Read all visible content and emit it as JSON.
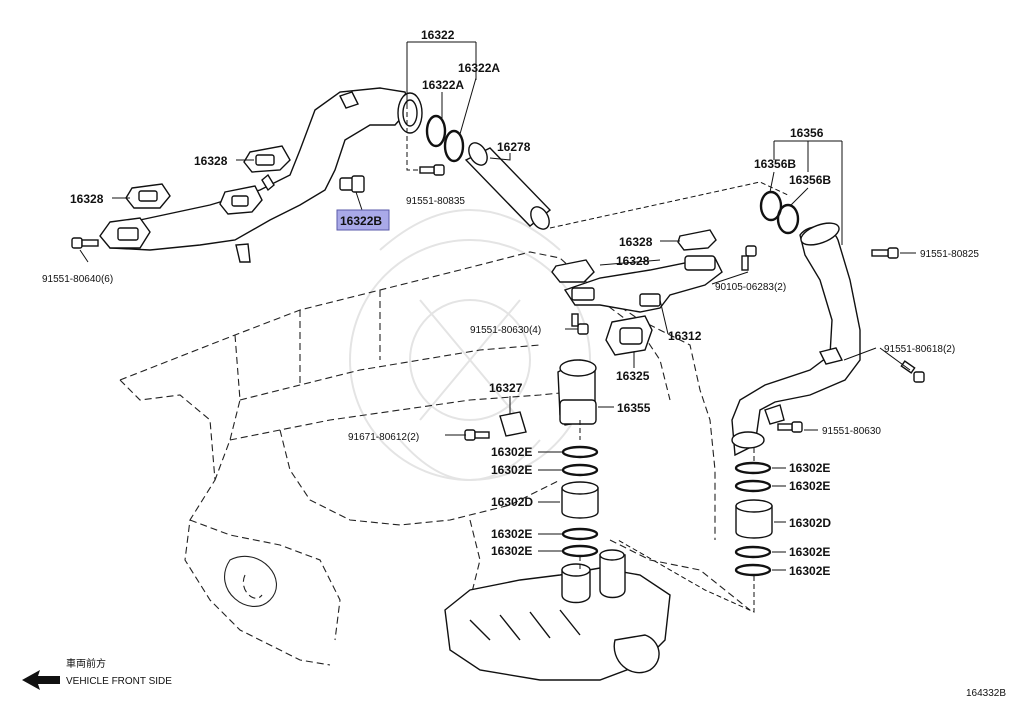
{
  "diagram_code": "164332B",
  "direction": {
    "japanese": "車両前方",
    "english": "VEHICLE FRONT SIDE"
  },
  "callouts": [
    {
      "id": "c16322",
      "text": "16322"
    },
    {
      "id": "c16322A_1",
      "text": "16322A"
    },
    {
      "id": "c16322A_2",
      "text": "16322A"
    },
    {
      "id": "c16278",
      "text": "16278"
    },
    {
      "id": "c16328_a",
      "text": "16328"
    },
    {
      "id": "c16328_b",
      "text": "16328"
    },
    {
      "id": "c16328_c",
      "text": "16328"
    },
    {
      "id": "c16328_d",
      "text": "16328"
    },
    {
      "id": "c16322B",
      "text": "16322B",
      "highlighted": true
    },
    {
      "id": "c91551_80835",
      "text": "91551-80835"
    },
    {
      "id": "c91551_80640",
      "text": "91551-80640(6)"
    },
    {
      "id": "c16356",
      "text": "16356"
    },
    {
      "id": "c16356B_1",
      "text": "16356B"
    },
    {
      "id": "c16356B_2",
      "text": "16356B"
    },
    {
      "id": "c91551_80825",
      "text": "91551-80825"
    },
    {
      "id": "c90105_06283",
      "text": "90105-06283(2)"
    },
    {
      "id": "c91551_80630_4",
      "text": "91551-80630(4)"
    },
    {
      "id": "c16312",
      "text": "16312"
    },
    {
      "id": "c91551_80618",
      "text": "91551-80618(2)"
    },
    {
      "id": "c16325",
      "text": "16325"
    },
    {
      "id": "c16327",
      "text": "16327"
    },
    {
      "id": "c16355",
      "text": "16355"
    },
    {
      "id": "c91671_80612",
      "text": "91671-80612(2)"
    },
    {
      "id": "c91551_80630",
      "text": "91551-80630"
    },
    {
      "id": "c16302E_1",
      "text": "16302E"
    },
    {
      "id": "c16302E_2",
      "text": "16302E"
    },
    {
      "id": "c16302D_1",
      "text": "16302D"
    },
    {
      "id": "c16302E_3",
      "text": "16302E"
    },
    {
      "id": "c16302E_4",
      "text": "16302E"
    },
    {
      "id": "c16302E_5",
      "text": "16302E"
    },
    {
      "id": "c16302E_6",
      "text": "16302E"
    },
    {
      "id": "c16302D_2",
      "text": "16302D"
    },
    {
      "id": "c16302E_7",
      "text": "16302E"
    },
    {
      "id": "c16302E_8",
      "text": "16302E"
    }
  ],
  "colors": {
    "line": "#111111",
    "highlight_fill": "#a9a9e8",
    "watermark": "#e4e4e4"
  }
}
